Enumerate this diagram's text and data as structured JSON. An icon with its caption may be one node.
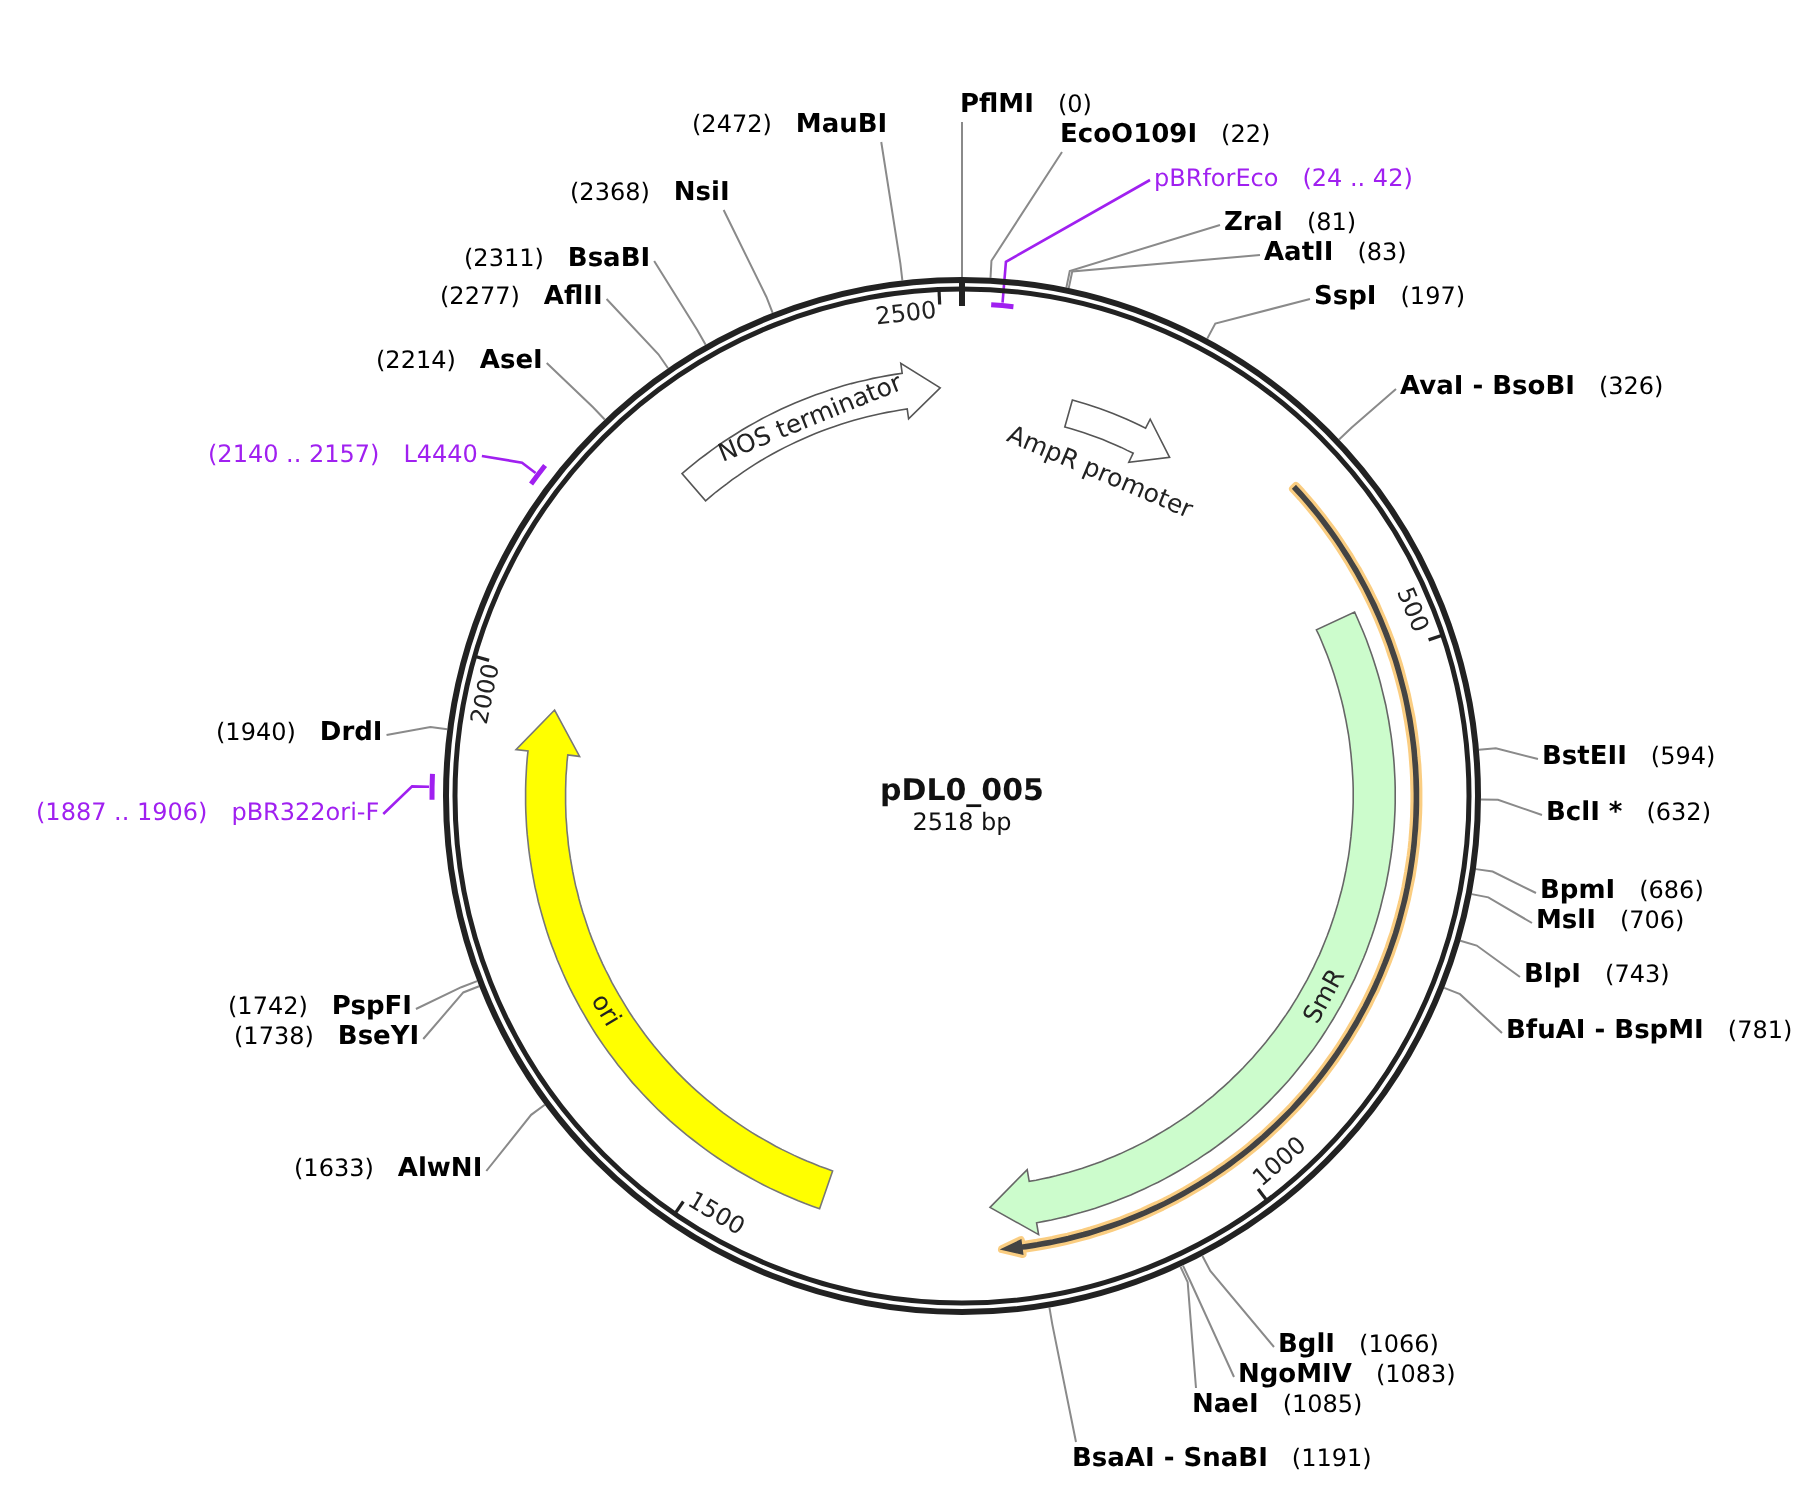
{
  "diagram": {
    "nodes": [
      {
        "text": [
          "pDL0_005",
          "2518 bp"
        ]
      },
      {
        "text": [
          "NOS terminator"
        ],
        "in": 0
      },
      {
        "text": [
          "AmpR promoter"
        ],
        "in": 0
      },
      {
        "text": [
          "SmR"
        ],
        "in": 0
      },
      {
        "text": [
          "ori"
        ],
        "in": 0
      },
      {
        "text": [],
        "shape": "arrow",
        "in": 0
      },
      {
        "text": [],
        "shape": "bar",
        "in": 0
      },
      {
        "text": [],
        "shape": "bar"
      },
      {
        "text": [],
        "shape": "bar"
      },
      {
        "text": [
          "PflMI",
          "(0)"
        ]
      },
      {
        "text": [
          "EcoO109I",
          "(22)"
        ]
      },
      {
        "text": [
          "pBRforEco",
          "(24 .. 42)"
        ]
      },
      {
        "text": [
          "ZraI",
          "(81)"
        ]
      },
      {
        "text": [
          "AatII",
          "(83)"
        ]
      },
      {
        "text": [
          "SspI",
          "(197)"
        ]
      },
      {
        "text": [
          "AvaI - BsoBI",
          "(326)"
        ]
      },
      {
        "text": [
          "BstEII",
          "(594)"
        ]
      },
      {
        "text": [
          "BclI *",
          "(632)"
        ]
      },
      {
        "text": [
          "BpmI",
          "(686)"
        ]
      },
      {
        "text": [
          "MslI",
          "(706)"
        ]
      },
      {
        "text": [
          "BlpI",
          "(743)"
        ]
      },
      {
        "text": [
          "BfuAI - BspMI",
          "(781)"
        ]
      },
      {
        "text": [
          "BglI",
          "(1066)"
        ]
      },
      {
        "text": [
          "NgoMIV",
          "(1083)"
        ]
      },
      {
        "text": [
          "NaeI",
          "(1085)"
        ]
      },
      {
        "text": [
          "BsaAI - SnaBI",
          "(1191)"
        ]
      },
      {
        "text": [
          "(1633)",
          "AlwNI"
        ]
      },
      {
        "text": [
          "(1738)",
          "BseYI"
        ]
      },
      {
        "text": [
          "(1742)",
          "PspFI"
        ]
      },
      {
        "text": [
          "(1887 .. 1906)",
          "pBR322ori-F"
        ]
      },
      {
        "text": [
          "(1940)",
          "DrdI"
        ]
      },
      {
        "text": [
          "(2140 .. 2157)",
          "L4440"
        ]
      },
      {
        "text": [
          "(2214)",
          "AseI"
        ]
      },
      {
        "text": [
          "(2277)",
          "AflII"
        ]
      },
      {
        "text": [
          "(2311)",
          "BsaBI"
        ]
      },
      {
        "text": [
          "(2368)",
          "NsiI"
        ]
      },
      {
        "text": [
          "(2472)",
          "MauBI"
        ]
      }
    ],
    "edges": [
      {
        "from": 9,
        "to": 0,
        "arrow": "none"
      },
      {
        "from": 10,
        "to": 0,
        "arrow": "none"
      },
      {
        "from": 11,
        "to": 6,
        "arrow": "none",
        "color": "#a020f0"
      },
      {
        "from": 12,
        "to": 0,
        "arrow": "none"
      },
      {
        "from": 13,
        "to": 0,
        "arrow": "none"
      },
      {
        "from": 14,
        "to": 0,
        "arrow": "none"
      },
      {
        "from": 15,
        "to": 0,
        "arrow": "none"
      },
      {
        "from": 16,
        "to": 0,
        "arrow": "none"
      },
      {
        "from": 17,
        "to": 0,
        "arrow": "none"
      },
      {
        "from": 18,
        "to": 0,
        "arrow": "none"
      },
      {
        "from": 19,
        "to": 0,
        "arrow": "none"
      },
      {
        "from": 20,
        "to": 0,
        "arrow": "none"
      },
      {
        "from": 21,
        "to": 0,
        "arrow": "none"
      },
      {
        "from": 22,
        "to": 0,
        "arrow": "none"
      },
      {
        "from": 23,
        "to": 0,
        "arrow": "none"
      },
      {
        "from": 24,
        "to": 0,
        "arrow": "none"
      },
      {
        "from": 25,
        "to": 0,
        "arrow": "none"
      },
      {
        "from": 26,
        "to": 0,
        "arrow": "none"
      },
      {
        "from": 27,
        "to": 0,
        "arrow": "none"
      },
      {
        "from": 28,
        "to": 0,
        "arrow": "none"
      },
      {
        "from": 29,
        "to": 7,
        "arrow": "none",
        "color": "#a020f0"
      },
      {
        "from": 30,
        "to": 0,
        "arrow": "none"
      },
      {
        "from": 31,
        "to": 8,
        "arrow": "none",
        "color": "#a020f0"
      },
      {
        "from": 32,
        "to": 0,
        "arrow": "none"
      },
      {
        "from": 33,
        "to": 0,
        "arrow": "none"
      },
      {
        "from": 34,
        "to": 0,
        "arrow": "none"
      },
      {
        "from": 35,
        "to": 0,
        "arrow": "none"
      },
      {
        "from": 36,
        "to": 0,
        "arrow": "none"
      }
    ],
    "labels": [
      "2500",
      "500",
      "1000",
      "1500",
      "2000"
    ]
  }
}
